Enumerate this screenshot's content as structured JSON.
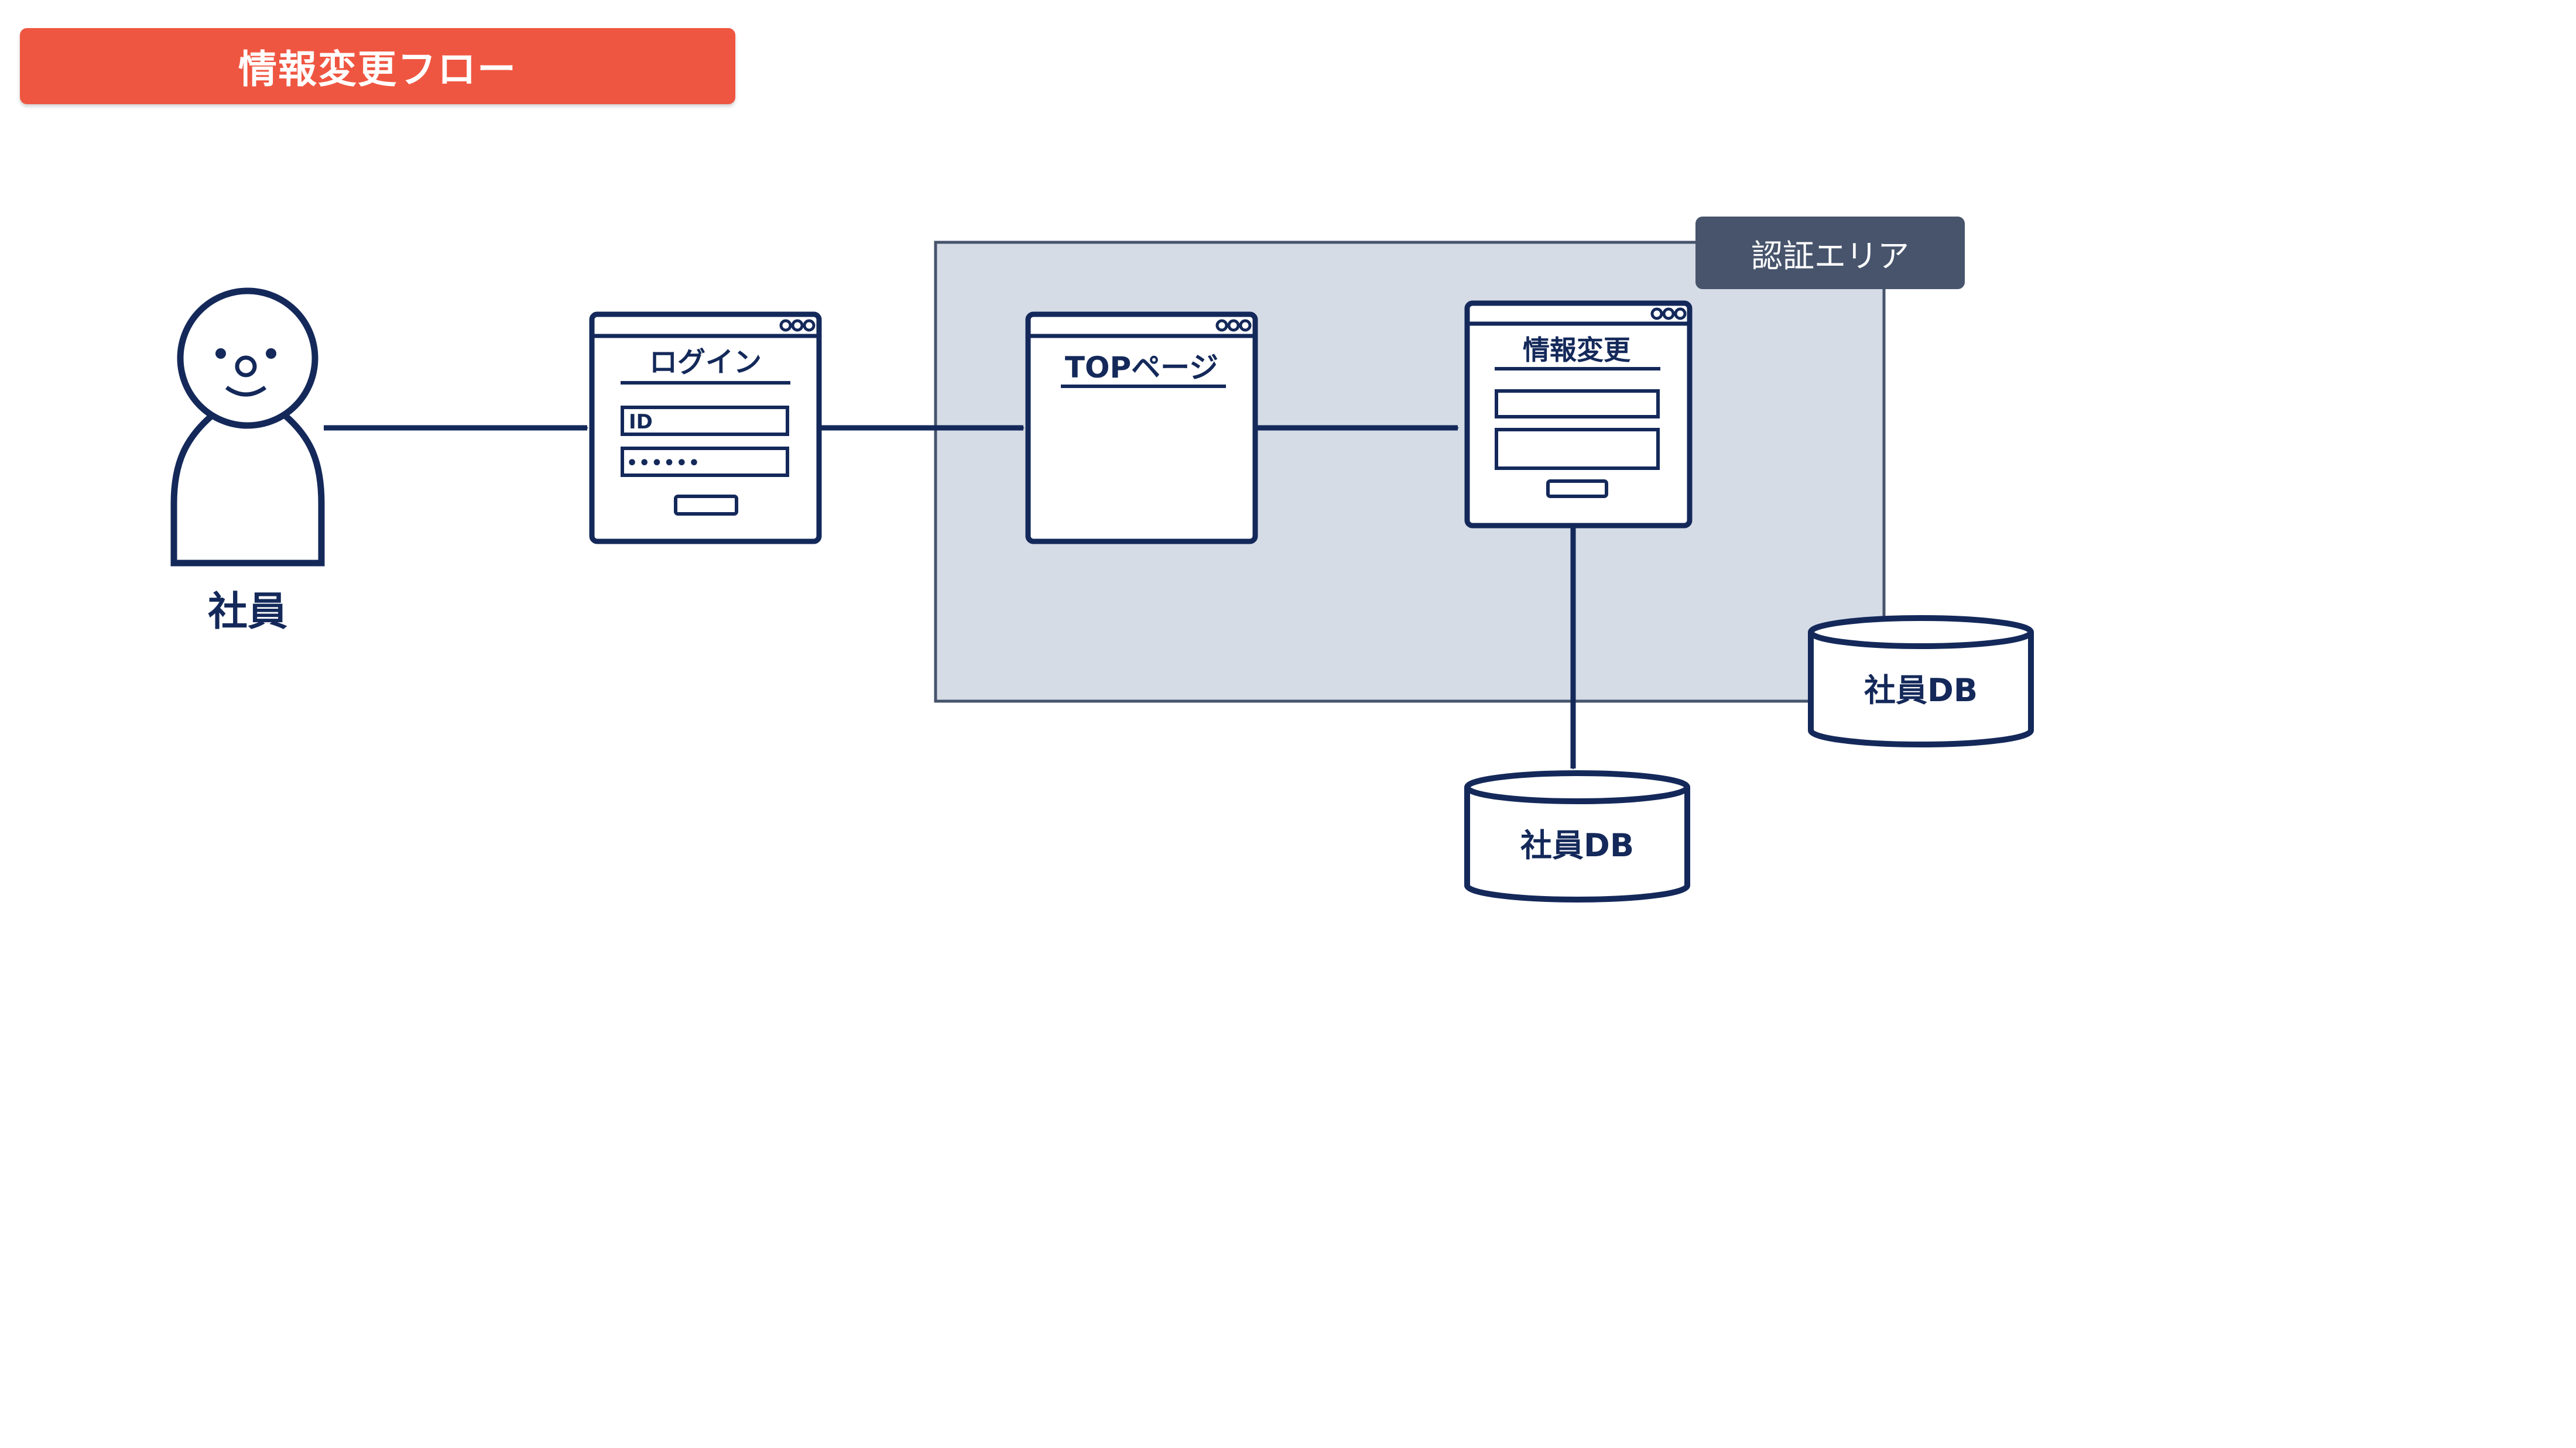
{
  "title": "情報変更フロー",
  "colors": {
    "title_bg": "#ef5641",
    "ink": "#14295a",
    "auth_area_bg": "#d5dce6",
    "auth_area_border": "#47546c",
    "tag_bg": "#47546c"
  },
  "actor": {
    "label": "社員",
    "icon": "person-icon"
  },
  "login_window": {
    "title": "ログイン",
    "id_field": "ID",
    "password_field": "••••••"
  },
  "top_window": {
    "title": "TOPページ"
  },
  "edit_window": {
    "title": "情報変更"
  },
  "auth_area": {
    "label": "認証エリア"
  },
  "db_inside": {
    "label": "社員DB"
  },
  "db_below": {
    "label": "社員DB"
  }
}
